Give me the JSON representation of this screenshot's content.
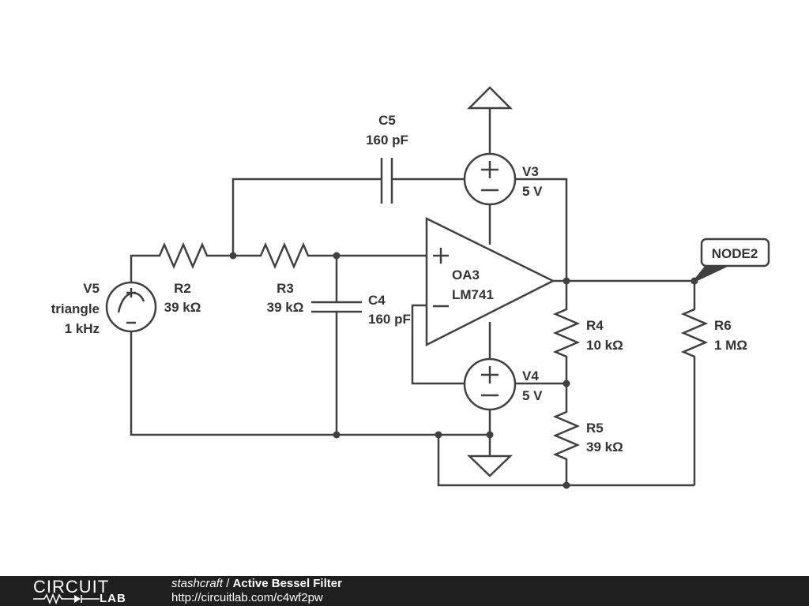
{
  "components": {
    "c5": {
      "name": "C5",
      "value": "160 pF"
    },
    "v3": {
      "name": "V3",
      "value": "5 V"
    },
    "v5": {
      "name": "V5",
      "type": "triangle",
      "value": "1 kHz"
    },
    "r2": {
      "name": "R2",
      "value": "39 kΩ"
    },
    "r3": {
      "name": "R3",
      "value": "39 kΩ"
    },
    "c4": {
      "name": "C4",
      "value": "160 pF"
    },
    "oa3": {
      "name": "OA3",
      "model": "LM741"
    },
    "r4": {
      "name": "R4",
      "value": "10 kΩ"
    },
    "v4": {
      "name": "V4",
      "value": "5 V"
    },
    "r5": {
      "name": "R5",
      "value": "39 kΩ"
    },
    "r6": {
      "name": "R6",
      "value": "1 MΩ"
    }
  },
  "node_label": "NODE2",
  "footer": {
    "logo_top": "CIRCUIT",
    "logo_bottom": "LAB",
    "author": "stashcraft",
    "separator": " / ",
    "title": "Active Bessel Filter",
    "url": "http://circuitlab.com/c4wf2pw"
  }
}
